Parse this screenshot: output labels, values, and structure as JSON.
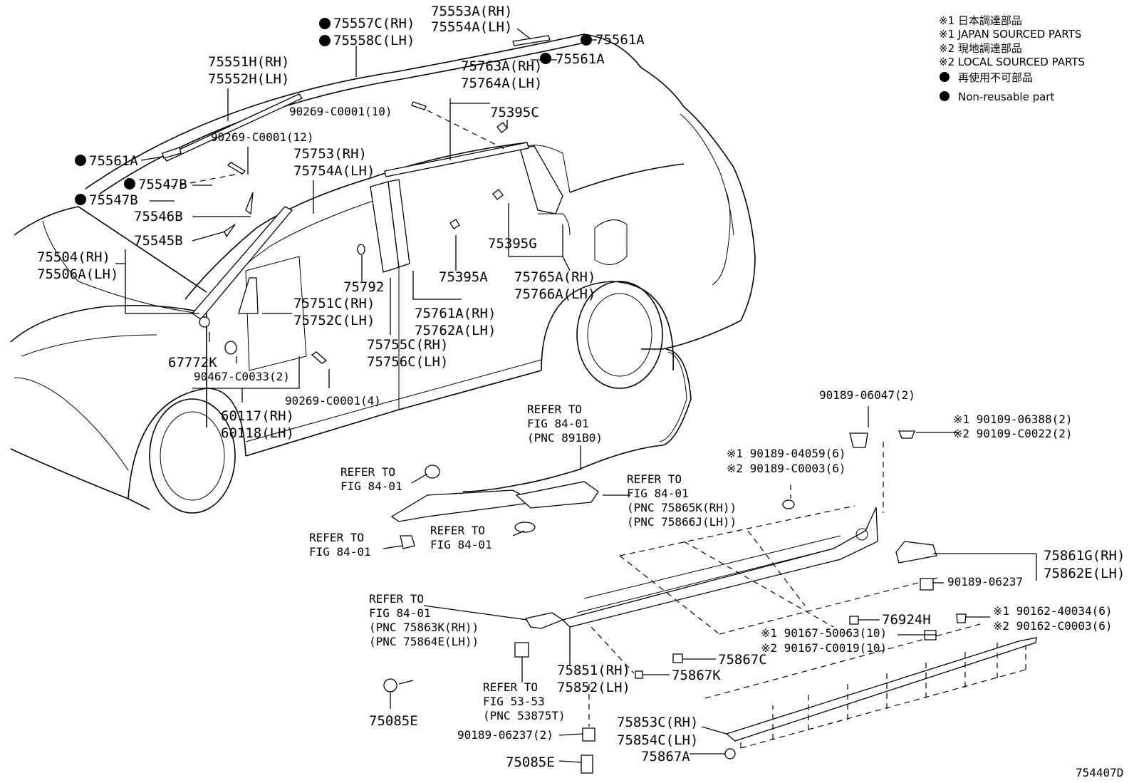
{
  "legend": {
    "row1": "※1 日本調達部品",
    "row2": "※1 JAPAN SOURCED PARTS",
    "row3": "※2 現地調達部品",
    "row4": "※2 LOCAL SOURCED PARTS",
    "row5": "再使用不可部品",
    "row6": "Non-reusable part"
  },
  "diagram_id": "754407D",
  "labels": {
    "p75553A": "75553A(RH)",
    "p75554A": "75554A(LH)",
    "p75557C": "75557C(RH)",
    "p75558C": "75558C(LH)",
    "p75561A_top": "75561A",
    "p75561A_mid": "75561A",
    "p75551H": "75551H(RH)",
    "p75552H": "75552H(LH)",
    "p75763A": "75763A(RH)",
    "p75764A": "75764A(LH)",
    "p90269_10": "90269-C0001(10)",
    "p75395C": "75395C",
    "p90269_12": "90269-C0001(12)",
    "p75561A_left": "75561A",
    "p75753": "75753(RH)",
    "p75754A": "75754A(LH)",
    "p75547B_a": "75547B",
    "p75547B_b": "75547B",
    "p75546B": "75546B",
    "p75545B": "75545B",
    "p75504": "75504(RH)",
    "p75506A": "75506A(LH)",
    "p75395G": "75395G",
    "p75792": "75792",
    "p75395A": "75395A",
    "p75765A": "75765A(RH)",
    "p75766A": "75766A(LH)",
    "p75751C": "75751C(RH)",
    "p75752C": "75752C(LH)",
    "p75761A": "75761A(RH)",
    "p75762A": "75762A(LH)",
    "p67772K": "67772K",
    "p75755C": "75755C(RH)",
    "p75756C": "75756C(LH)",
    "p90467": "90467-C0033(2)",
    "p90269_4": "90269-C0001(4)",
    "p60117": "60117(RH)",
    "p60118": "60118(LH)",
    "refer_a1": "REFER TO",
    "refer_a2": "FIG 84-01",
    "refer_a3": "(PNC 891B0)",
    "p90189_06047": "90189-06047(2)",
    "p90109_06388": "※1 90109-06388(2)",
    "p90109_C0022": "※2 90109-C0022(2)",
    "p90189_04059": "※1 90189-04059(6)",
    "p90189_C0003": "※2 90189-C0003(6)",
    "refer_b1": "REFER TO",
    "refer_b2": "FIG 84-01",
    "refer_c1": "REFER TO",
    "refer_c2": "FIG 84-01",
    "refer_c3": "(PNC 75865K(RH))",
    "refer_c4": "(PNC 75866J(LH))",
    "refer_d1": "REFER TO",
    "refer_d2": "FIG 84-01",
    "refer_e1": "REFER TO",
    "refer_e2": "FIG 84-01",
    "p75861G": "75861G(RH)",
    "p75862E": "75862E(LH)",
    "p90189_06237_r": "90189-06237",
    "p90162_40034": "※1 90162-40034(6)",
    "p90162_C0003": "※2 90162-C0003(6)",
    "refer_f1": "REFER TO",
    "refer_f2": "FIG 84-01",
    "refer_f3": "(PNC 75863K(RH))",
    "refer_f4": "(PNC 75864E(LH))",
    "p76924H": "76924H",
    "p90167_50063": "※1 90167-50063(10)",
    "p90167_C0019": "※2 90167-C0019(10)",
    "p75851": "75851(RH)",
    "p75852": "75852(LH)",
    "p75867C": "75867C",
    "p75867K": "75867K",
    "refer_g1": "REFER TO",
    "refer_g2": "FIG 53-53",
    "refer_g3": "(PNC 53875T)",
    "p75085E_a": "75085E",
    "p75853C": "75853C(RH)",
    "p75854C": "75854C(LH)",
    "p90189_06237_b": "90189-06237(2)",
    "p75867A": "75867A",
    "p75085E_b": "75085E"
  }
}
